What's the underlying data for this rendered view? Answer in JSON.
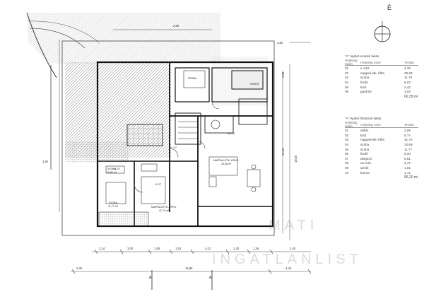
{
  "compass": {
    "label": "É"
  },
  "table_upper": {
    "title": "\"A\" épület emeleti lakás",
    "headers": [
      "Helyiség szám",
      "Helyiség neve",
      "Terület"
    ],
    "rows": [
      [
        "01",
        "e.-köz",
        "4,75"
      ],
      [
        "02",
        "nappali-étk.-kfhs.",
        "33,38"
      ],
      [
        "03",
        "szoba",
        "11,79"
      ],
      [
        "04",
        "fürdő",
        "5,03"
      ],
      [
        "05",
        "közl.",
        "2,42"
      ],
      [
        "06",
        "gardrób",
        "3,02"
      ]
    ],
    "total": "60,39 m²"
  },
  "table_lower": {
    "title": "\"A\" épület földszinti lakás",
    "headers": [
      "Helyiség szám",
      "Helyiség neve",
      "Terület"
    ],
    "rows": [
      [
        "01",
        "előtér",
        "3,09"
      ],
      [
        "02",
        "közl.",
        "8,74"
      ],
      [
        "03",
        "nappali-étk.-kfhs.",
        "41,70"
      ],
      [
        "04",
        "szoba",
        "10,69"
      ],
      [
        "05",
        "szoba",
        "11,77"
      ],
      [
        "06",
        "fürdő",
        "6,34"
      ],
      [
        "07",
        "dolgozó",
        "5,81"
      ],
      [
        "08",
        "wc-zuh.",
        "2,47"
      ],
      [
        "09",
        "tároló",
        "1,51"
      ],
      [
        "10",
        "kamra",
        "1,72"
      ]
    ],
    "total": "96,20 m²"
  },
  "dimensions": {
    "top": [
      "2,80",
      "2,80"
    ],
    "bottom_row1": [
      "2,24",
      "3,00",
      "1,85",
      "1,52",
      "4,42",
      "1,40",
      "1,26",
      "2,40"
    ],
    "bottom_row2": [
      "2,40",
      "15,95",
      "3,40"
    ],
    "left": [
      "3,60"
    ],
    "right": [
      "2,80",
      "12,60",
      "18,50"
    ]
  },
  "room_labels": {
    "r1": "SZOBA",
    "r1a": "10,69 m²",
    "r2": "NAPPALI-ÉTK.-KFHS.",
    "r2a": "33,38 m²",
    "r3": "SZOBA",
    "r3a": "11,77 m²",
    "r4": "SZOBA",
    "r5": "NAPPALI-ÉTK.-KFHS.",
    "r5a": "41,70 m²",
    "r6": "FÜRDŐ"
  },
  "levels": {
    "l1": "±0.00",
    "l2": "+1.07",
    "l3": "+1.07",
    "l4": "+1.07"
  },
  "section_marks": {
    "a": "A",
    "b": "A"
  },
  "watermark": {
    "line1": "MATI",
    "line2": "INGATLANLIST"
  }
}
